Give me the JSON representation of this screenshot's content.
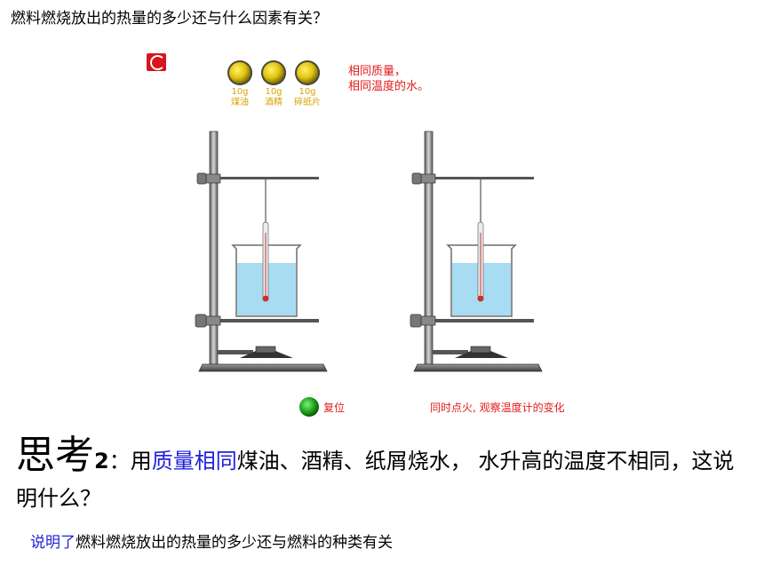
{
  "slide": {
    "title": "燃料燃烧放出的热量的多少还与什么因素有关？",
    "fuels": [
      {
        "mass": "10g",
        "name": "煤油"
      },
      {
        "mass": "10g",
        "name": "酒精"
      },
      {
        "mass": "10g",
        "name": "碎纸片"
      }
    ],
    "condition_note_1": "相同质量，",
    "condition_note_2": "相同温度的水。",
    "reset_label": "复位",
    "ignite_note": "同时点火, 观察温度计的变化",
    "question_head": "思考",
    "question_num": "2",
    "question_colon": "：用",
    "question_emph": "质量相同",
    "question_rest": "煤油、酒精、纸屑烧水， 水升高的温度不相同，这说明什么？",
    "answer_prefix": "说明了",
    "answer_rest": "燃料燃烧放出的热量的多少还与燃料的种类有关"
  },
  "colors": {
    "accent_blue": "#1f1fdc",
    "note_red": "#e21b1b",
    "fuel_label": "#d9a400",
    "water": "#a8dcf2"
  },
  "icons": [
    "logo-icon",
    "fuel-button-icon",
    "reset-button-icon"
  ]
}
